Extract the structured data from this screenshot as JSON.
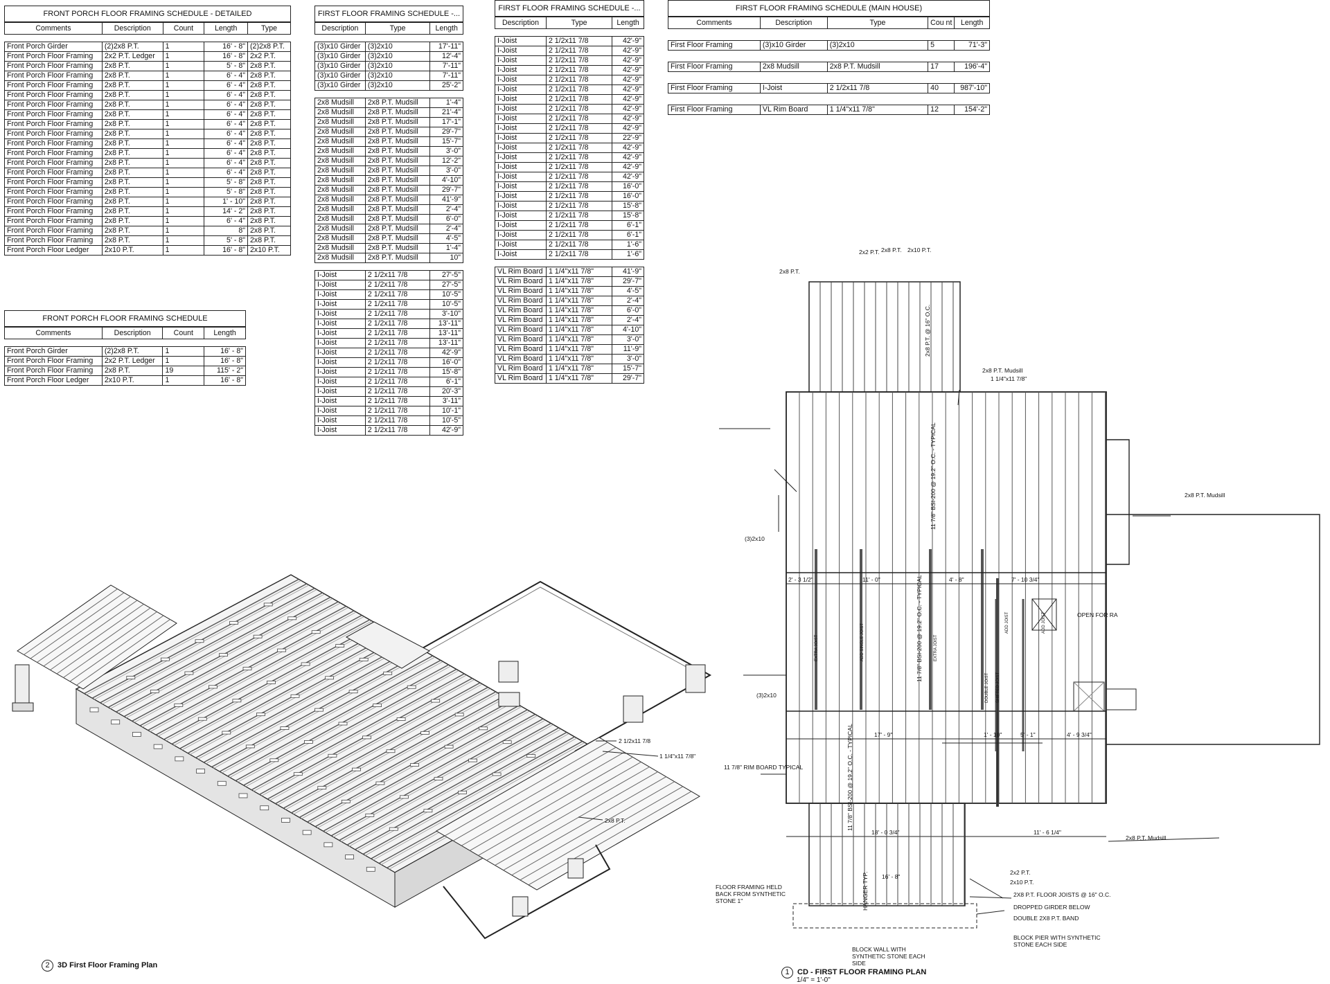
{
  "schedule_detailed": {
    "title": "FRONT PORCH FLOOR FRAMING SCHEDULE - DETAILED",
    "headers": [
      "Comments",
      "Description",
      "Count",
      "Length",
      "Type"
    ],
    "rows": [
      [
        "Front Porch Girder",
        "(2)2x8 P.T.",
        "1",
        "16' - 8\"",
        "(2)2x8 P.T."
      ],
      [
        "Front Porch Floor Framing",
        "2x2 P.T. Ledger",
        "1",
        "16' - 8\"",
        "2x2 P.T."
      ],
      [
        "Front Porch Floor Framing",
        "2x8 P.T.",
        "1",
        "5' - 8\"",
        "2x8 P.T."
      ],
      [
        "Front Porch Floor Framing",
        "2x8 P.T.",
        "1",
        "6' - 4\"",
        "2x8 P.T."
      ],
      [
        "Front Porch Floor Framing",
        "2x8 P.T.",
        "1",
        "6' - 4\"",
        "2x8 P.T."
      ],
      [
        "Front Porch Floor Framing",
        "2x8 P.T.",
        "1",
        "6' - 4\"",
        "2x8 P.T."
      ],
      [
        "Front Porch Floor Framing",
        "2x8 P.T.",
        "1",
        "6' - 4\"",
        "2x8 P.T."
      ],
      [
        "Front Porch Floor Framing",
        "2x8 P.T.",
        "1",
        "6' - 4\"",
        "2x8 P.T."
      ],
      [
        "Front Porch Floor Framing",
        "2x8 P.T.",
        "1",
        "6' - 4\"",
        "2x8 P.T."
      ],
      [
        "Front Porch Floor Framing",
        "2x8 P.T.",
        "1",
        "6' - 4\"",
        "2x8 P.T."
      ],
      [
        "Front Porch Floor Framing",
        "2x8 P.T.",
        "1",
        "6' - 4\"",
        "2x8 P.T."
      ],
      [
        "Front Porch Floor Framing",
        "2x8 P.T.",
        "1",
        "6' - 4\"",
        "2x8 P.T."
      ],
      [
        "Front Porch Floor Framing",
        "2x8 P.T.",
        "1",
        "6' - 4\"",
        "2x8 P.T."
      ],
      [
        "Front Porch Floor Framing",
        "2x8 P.T.",
        "1",
        "6' - 4\"",
        "2x8 P.T."
      ],
      [
        "Front Porch Floor Framing",
        "2x8 P.T.",
        "1",
        "5' - 8\"",
        "2x8 P.T."
      ],
      [
        "Front Porch Floor Framing",
        "2x8 P.T.",
        "1",
        "5' - 8\"",
        "2x8 P.T."
      ],
      [
        "Front Porch Floor Framing",
        "2x8 P.T.",
        "1",
        "1' - 10\"",
        "2x8 P.T."
      ],
      [
        "Front Porch Floor Framing",
        "2x8 P.T.",
        "1",
        "14' - 2\"",
        "2x8 P.T."
      ],
      [
        "Front Porch Floor Framing",
        "2x8 P.T.",
        "1",
        "6' - 4\"",
        "2x8 P.T."
      ],
      [
        "Front Porch Floor Framing",
        "2x8 P.T.",
        "1",
        "8\"",
        "2x8 P.T."
      ],
      [
        "Front Porch Floor Framing",
        "2x8 P.T.",
        "1",
        "5' - 8\"",
        "2x8 P.T."
      ],
      [
        "Front Porch Floor Ledger",
        "2x10 P.T.",
        "1",
        "16' - 8\"",
        "2x10 P.T."
      ]
    ]
  },
  "schedule_porch": {
    "title": "FRONT PORCH FLOOR FRAMING SCHEDULE",
    "headers": [
      "Comments",
      "Description",
      "Count",
      "Length"
    ],
    "rows": [
      [
        "Front Porch Girder",
        "(2)2x8 P.T.",
        "1",
        "16' - 8\""
      ],
      [
        "Front Porch Floor Framing",
        "2x2 P.T. Ledger",
        "1",
        "16' - 8\""
      ],
      [
        "Front Porch Floor Framing",
        "2x8 P.T.",
        "19",
        "115' - 2\""
      ],
      [
        "Front Porch Floor Ledger",
        "2x10 P.T.",
        "1",
        "16' - 8\""
      ]
    ]
  },
  "schedule_first_a": {
    "title": "FIRST FLOOR FRAMING SCHEDULE -...",
    "headers": [
      "Description",
      "Type",
      "Length"
    ],
    "groups": [
      [
        [
          "(3)x10 Girder",
          "(3)2x10",
          "17'-11\""
        ],
        [
          "(3)x10 Girder",
          "(3)2x10",
          "12'-4\""
        ],
        [
          "(3)x10 Girder",
          "(3)2x10",
          "7'-11\""
        ],
        [
          "(3)x10 Girder",
          "(3)2x10",
          "7'-11\""
        ],
        [
          "(3)x10 Girder",
          "(3)2x10",
          "25'-2\""
        ]
      ],
      [
        [
          "2x8 Mudsill",
          "2x8 P.T. Mudsill",
          "1'-4\""
        ],
        [
          "2x8 Mudsill",
          "2x8 P.T. Mudsill",
          "21'-4\""
        ],
        [
          "2x8 Mudsill",
          "2x8 P.T. Mudsill",
          "17'-1\""
        ],
        [
          "2x8 Mudsill",
          "2x8 P.T. Mudsill",
          "29'-7\""
        ],
        [
          "2x8 Mudsill",
          "2x8 P.T. Mudsill",
          "15'-7\""
        ],
        [
          "2x8 Mudsill",
          "2x8 P.T. Mudsill",
          "3'-0\""
        ],
        [
          "2x8 Mudsill",
          "2x8 P.T. Mudsill",
          "12'-2\""
        ],
        [
          "2x8 Mudsill",
          "2x8 P.T. Mudsill",
          "3'-0\""
        ],
        [
          "2x8 Mudsill",
          "2x8 P.T. Mudsill",
          "4'-10\""
        ],
        [
          "2x8 Mudsill",
          "2x8 P.T. Mudsill",
          "29'-7\""
        ],
        [
          "2x8 Mudsill",
          "2x8 P.T. Mudsill",
          "41'-9\""
        ],
        [
          "2x8 Mudsill",
          "2x8 P.T. Mudsill",
          "2'-4\""
        ],
        [
          "2x8 Mudsill",
          "2x8 P.T. Mudsill",
          "6'-0\""
        ],
        [
          "2x8 Mudsill",
          "2x8 P.T. Mudsill",
          "2'-4\""
        ],
        [
          "2x8 Mudsill",
          "2x8 P.T. Mudsill",
          "4'-5\""
        ],
        [
          "2x8 Mudsill",
          "2x8 P.T. Mudsill",
          "1'-4\""
        ],
        [
          "2x8 Mudsill",
          "2x8 P.T. Mudsill",
          "10\""
        ]
      ],
      [
        [
          "I-Joist",
          "2 1/2x11 7/8",
          "27'-5\""
        ],
        [
          "I-Joist",
          "2 1/2x11 7/8",
          "27'-5\""
        ],
        [
          "I-Joist",
          "2 1/2x11 7/8",
          "10'-5\""
        ],
        [
          "I-Joist",
          "2 1/2x11 7/8",
          "10'-5\""
        ],
        [
          "I-Joist",
          "2 1/2x11 7/8",
          "3'-10\""
        ],
        [
          "I-Joist",
          "2 1/2x11 7/8",
          "13'-11\""
        ],
        [
          "I-Joist",
          "2 1/2x11 7/8",
          "13'-11\""
        ],
        [
          "I-Joist",
          "2 1/2x11 7/8",
          "13'-11\""
        ],
        [
          "I-Joist",
          "2 1/2x11 7/8",
          "42'-9\""
        ],
        [
          "I-Joist",
          "2 1/2x11 7/8",
          "16'-0\""
        ],
        [
          "I-Joist",
          "2 1/2x11 7/8",
          "15'-8\""
        ],
        [
          "I-Joist",
          "2 1/2x11 7/8",
          "6'-1\""
        ],
        [
          "I-Joist",
          "2 1/2x11 7/8",
          "20'-3\""
        ],
        [
          "I-Joist",
          "2 1/2x11 7/8",
          "3'-11\""
        ],
        [
          "I-Joist",
          "2 1/2x11 7/8",
          "10'-1\""
        ],
        [
          "I-Joist",
          "2 1/2x11 7/8",
          "10'-5\""
        ],
        [
          "I-Joist",
          "2 1/2x11 7/8",
          "42'-9\""
        ]
      ]
    ]
  },
  "schedule_first_b": {
    "title": "FIRST FLOOR FRAMING SCHEDULE -...",
    "headers": [
      "Description",
      "Type",
      "Length"
    ],
    "groups": [
      [
        [
          "I-Joist",
          "2 1/2x11 7/8",
          "42'-9\""
        ],
        [
          "I-Joist",
          "2 1/2x11 7/8",
          "42'-9\""
        ],
        [
          "I-Joist",
          "2 1/2x11 7/8",
          "42'-9\""
        ],
        [
          "I-Joist",
          "2 1/2x11 7/8",
          "42'-9\""
        ],
        [
          "I-Joist",
          "2 1/2x11 7/8",
          "42'-9\""
        ],
        [
          "I-Joist",
          "2 1/2x11 7/8",
          "42'-9\""
        ],
        [
          "I-Joist",
          "2 1/2x11 7/8",
          "42'-9\""
        ],
        [
          "I-Joist",
          "2 1/2x11 7/8",
          "42'-9\""
        ],
        [
          "I-Joist",
          "2 1/2x11 7/8",
          "42'-9\""
        ],
        [
          "I-Joist",
          "2 1/2x11 7/8",
          "42'-9\""
        ],
        [
          "I-Joist",
          "2 1/2x11 7/8",
          "22'-9\""
        ],
        [
          "I-Joist",
          "2 1/2x11 7/8",
          "42'-9\""
        ],
        [
          "I-Joist",
          "2 1/2x11 7/8",
          "42'-9\""
        ],
        [
          "I-Joist",
          "2 1/2x11 7/8",
          "42'-9\""
        ],
        [
          "I-Joist",
          "2 1/2x11 7/8",
          "42'-9\""
        ],
        [
          "I-Joist",
          "2 1/2x11 7/8",
          "16'-0\""
        ],
        [
          "I-Joist",
          "2 1/2x11 7/8",
          "16'-0\""
        ],
        [
          "I-Joist",
          "2 1/2x11 7/8",
          "15'-8\""
        ],
        [
          "I-Joist",
          "2 1/2x11 7/8",
          "15'-8\""
        ],
        [
          "I-Joist",
          "2 1/2x11 7/8",
          "6'-1\""
        ],
        [
          "I-Joist",
          "2 1/2x11 7/8",
          "6'-1\""
        ],
        [
          "I-Joist",
          "2 1/2x11 7/8",
          "1'-6\""
        ],
        [
          "I-Joist",
          "2 1/2x11 7/8",
          "1'-6\""
        ]
      ],
      [
        [
          "VL Rim Board",
          "1 1/4\"x11 7/8\"",
          "41'-9\""
        ],
        [
          "VL Rim Board",
          "1 1/4\"x11 7/8\"",
          "29'-7\""
        ],
        [
          "VL Rim Board",
          "1 1/4\"x11 7/8\"",
          "4'-5\""
        ],
        [
          "VL Rim Board",
          "1 1/4\"x11 7/8\"",
          "2'-4\""
        ],
        [
          "VL Rim Board",
          "1 1/4\"x11 7/8\"",
          "6'-0\""
        ],
        [
          "VL Rim Board",
          "1 1/4\"x11 7/8\"",
          "2'-4\""
        ],
        [
          "VL Rim Board",
          "1 1/4\"x11 7/8\"",
          "4'-10\""
        ],
        [
          "VL Rim Board",
          "1 1/4\"x11 7/8\"",
          "3'-0\""
        ],
        [
          "VL Rim Board",
          "1 1/4\"x11 7/8\"",
          "11'-9\""
        ],
        [
          "VL Rim Board",
          "1 1/4\"x11 7/8\"",
          "3'-0\""
        ],
        [
          "VL Rim Board",
          "1 1/4\"x11 7/8\"",
          "15'-7\""
        ],
        [
          "VL Rim Board",
          "1 1/4\"x11 7/8\"",
          "29'-7\""
        ]
      ]
    ]
  },
  "schedule_main": {
    "title": "FIRST FLOOR FRAMING SCHEDULE (MAIN HOUSE)",
    "headers": [
      "Comments",
      "Description",
      "Type",
      "Cou nt",
      "Length"
    ],
    "rows": [
      [
        "First Floor Framing",
        "(3)x10 Girder",
        "(3)2x10",
        "5",
        "71'-3\""
      ],
      [
        "First Floor Framing",
        "2x8 Mudsill",
        "2x8 P.T. Mudsill",
        "17",
        "196'-4\""
      ],
      [
        "First Floor Framing",
        "I-Joist",
        "2 1/2x11 7/8",
        "40",
        "987'-10\""
      ],
      [
        "First Floor Framing",
        "VL Rim Board",
        "1 1/4\"x11 7/8\"",
        "12",
        "154'-2\""
      ]
    ]
  },
  "iso": {
    "caption_num": "2",
    "caption": "3D First Floor Framing Plan",
    "labels": {
      "joist": "2 1/2x11 7/8",
      "rim": "1 1/4\"x11 7/8\"",
      "pt": "2x8 P.T."
    }
  },
  "plan": {
    "caption_num": "1",
    "caption": "CD - FIRST FLOOR FRAMING PLAN",
    "scale": "1/4\" = 1'-0\"",
    "labels": {
      "pt_top": "2x8 P.T.",
      "pt2": "2x2 P.T.",
      "pt8": "2x8 P.T.",
      "pt10": "2x10 P.T.",
      "porch_vert": "2x8 P.T. @ 16\" O.C.",
      "mudsill_top": "2x8 P.T. Mudsill",
      "rim_top": "1 1/4\"x11 7/8\"",
      "mudsill_right": "2x8 P.T. Mudsill",
      "mudsill_bottom": "2x8 P.T. Mudsill",
      "girder1": "(3)2x10",
      "girder2": "(3)2x10",
      "typ_top": "11 7/8\" BSI-200 @ 19.2\" O.C. - TYPICAL",
      "typ_mid": "11 7/8\" BSI-200 @ 19.2\" O.C. - TYPICAL",
      "typ_bot": "11 7/8\" BSI-200 @ 19.2\" O.C. - TYPICAL",
      "rim_typ": "11 7/8\" RIM BOARD TYPICAL",
      "open": "OPEN FOR RA",
      "extra1": "EXTRA JOIST",
      "add_single": "ADD SINGLE JOIST",
      "extra2": "EXTRA JOIST",
      "double": "DOUBLE JOIST",
      "shifted": "SHIFTED JOIST",
      "add1": "ADD JOIST",
      "add2": "ADD JOIST",
      "dim1": "2' - 3 1/2\"",
      "dim2": "11' - 0\"",
      "dim3": "4' - 8\"",
      "dim4": "7' - 10 3/4\"",
      "dim5": "17' - 9\"",
      "dim6": "1' - 10\"",
      "dim7": "5' - 1\"",
      "dim8": "4' - 9 3/4\"",
      "dim9": "18' - 0 3/4\"",
      "dim10": "11' - 6 1/4\"",
      "dim11": "16' - 8\"",
      "hanger": "HANGER TYP.",
      "held": "FLOOR FRAMING HELD BACK FROM SYNTHETIC STONE 1\"",
      "pt2b": "2x2 P.T.",
      "pt10b": "2x10 P.T.",
      "joists": "2X8 P.T. FLOOR JOISTS @ 16\" O.C.",
      "dropped": "DROPPED GIRDER BELOW",
      "band": "DOUBLE 2X8 P.T. BAND",
      "pier": "BLOCK PIER WITH SYNTHETIC STONE EACH SIDE",
      "wall": "BLOCK WALL WITH SYNTHETIC STONE EACH SIDE"
    }
  }
}
